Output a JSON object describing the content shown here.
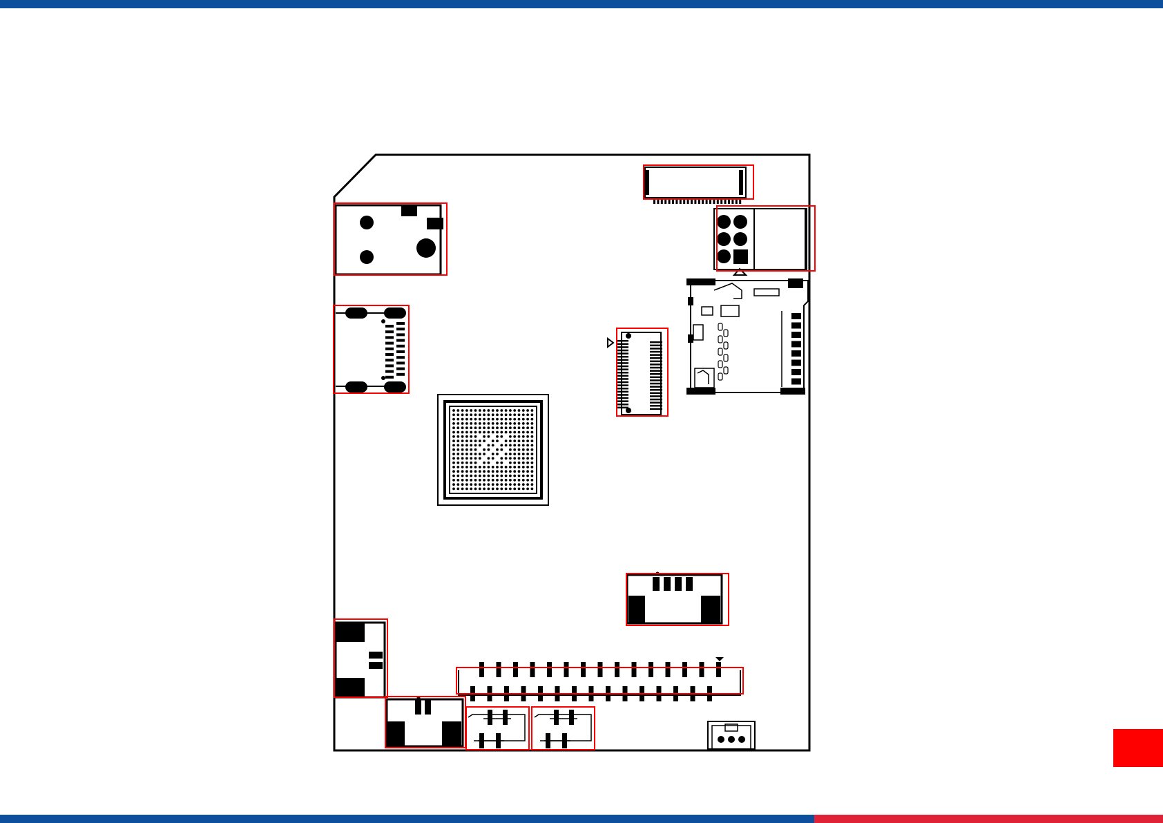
{
  "slide": {
    "top_bar_color": "#0d4f9c",
    "bottom_bar_color_left": "#0d4f9c",
    "bottom_bar_color_right": "#e02236",
    "corner_tab_color": "#ff0000"
  },
  "board": {
    "outline_color": "#000000",
    "highlight_color": "#ff0000",
    "components": [
      {
        "id": "fpc-connector-top",
        "icon": "fpc-connector-icon"
      },
      {
        "id": "power-jack",
        "icon": "dc-jack-icon"
      },
      {
        "id": "rj45-led-block",
        "icon": "led-block-icon"
      },
      {
        "id": "hdmi-connector",
        "icon": "hdmi-icon"
      },
      {
        "id": "sd-card-slot",
        "icon": "sd-slot-icon"
      },
      {
        "id": "b2b-connector",
        "icon": "b2b-connector-icon"
      },
      {
        "id": "soc-bga-chip",
        "icon": "bga-chip-icon"
      },
      {
        "id": "usb-connector-right",
        "icon": "usb-connector-icon"
      },
      {
        "id": "usb-connector-left",
        "icon": "usb-connector-icon"
      },
      {
        "id": "gpio-header",
        "icon": "pin-header-icon"
      },
      {
        "id": "usb-connector-bottom",
        "icon": "usb-connector-icon"
      },
      {
        "id": "switch-1",
        "icon": "switch-icon"
      },
      {
        "id": "switch-2",
        "icon": "switch-icon"
      },
      {
        "id": "debug-header",
        "icon": "debug-header-icon"
      }
    ]
  }
}
